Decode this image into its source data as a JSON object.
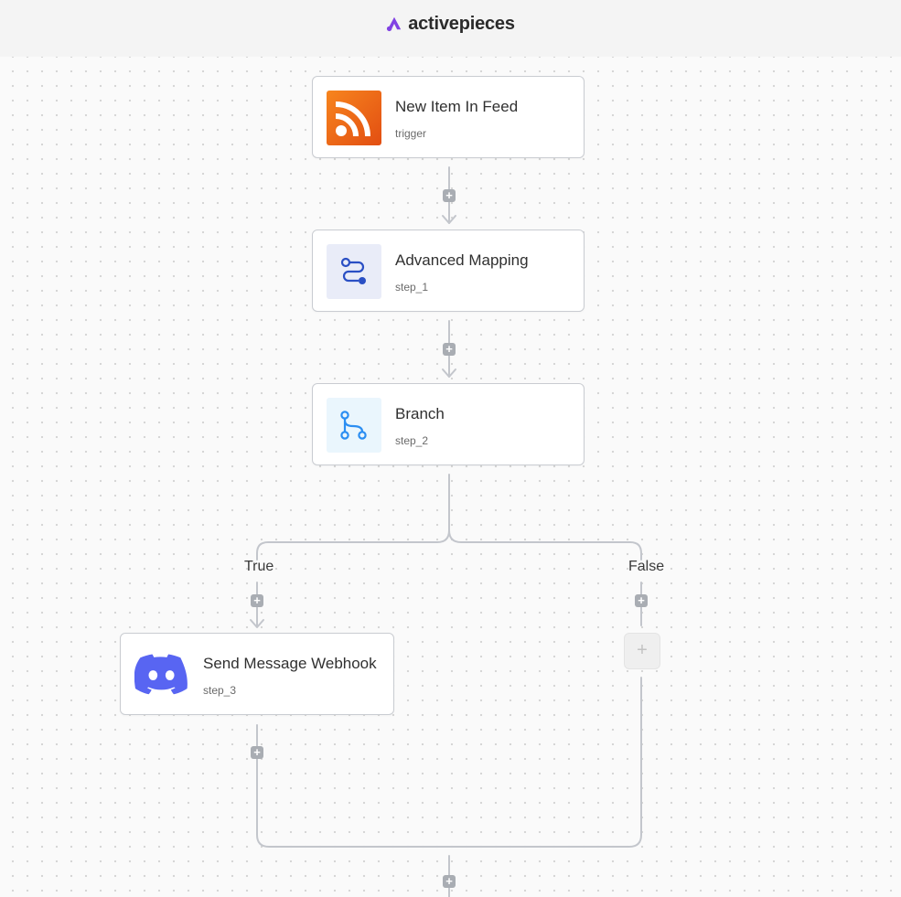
{
  "app": {
    "brand_name": "activepieces",
    "brand_color": "#8142e3"
  },
  "nodes": [
    {
      "title": "New Item In Feed",
      "subtitle": "trigger",
      "icon": "rss-icon",
      "icon_color": "#f16a1b"
    },
    {
      "title": "Advanced Mapping",
      "subtitle": "step_1",
      "icon": "mapping-icon",
      "icon_color": "#2a4fc4"
    },
    {
      "title": "Branch",
      "subtitle": "step_2",
      "icon": "branch-icon",
      "icon_color": "#2b8ef2"
    },
    {
      "title": "Send Message Webhook",
      "subtitle": "step_3",
      "icon": "discord-icon",
      "icon_color": "#5865f2"
    }
  ],
  "branches": {
    "true_label": "True",
    "false_label": "False"
  },
  "add_symbol": "+"
}
